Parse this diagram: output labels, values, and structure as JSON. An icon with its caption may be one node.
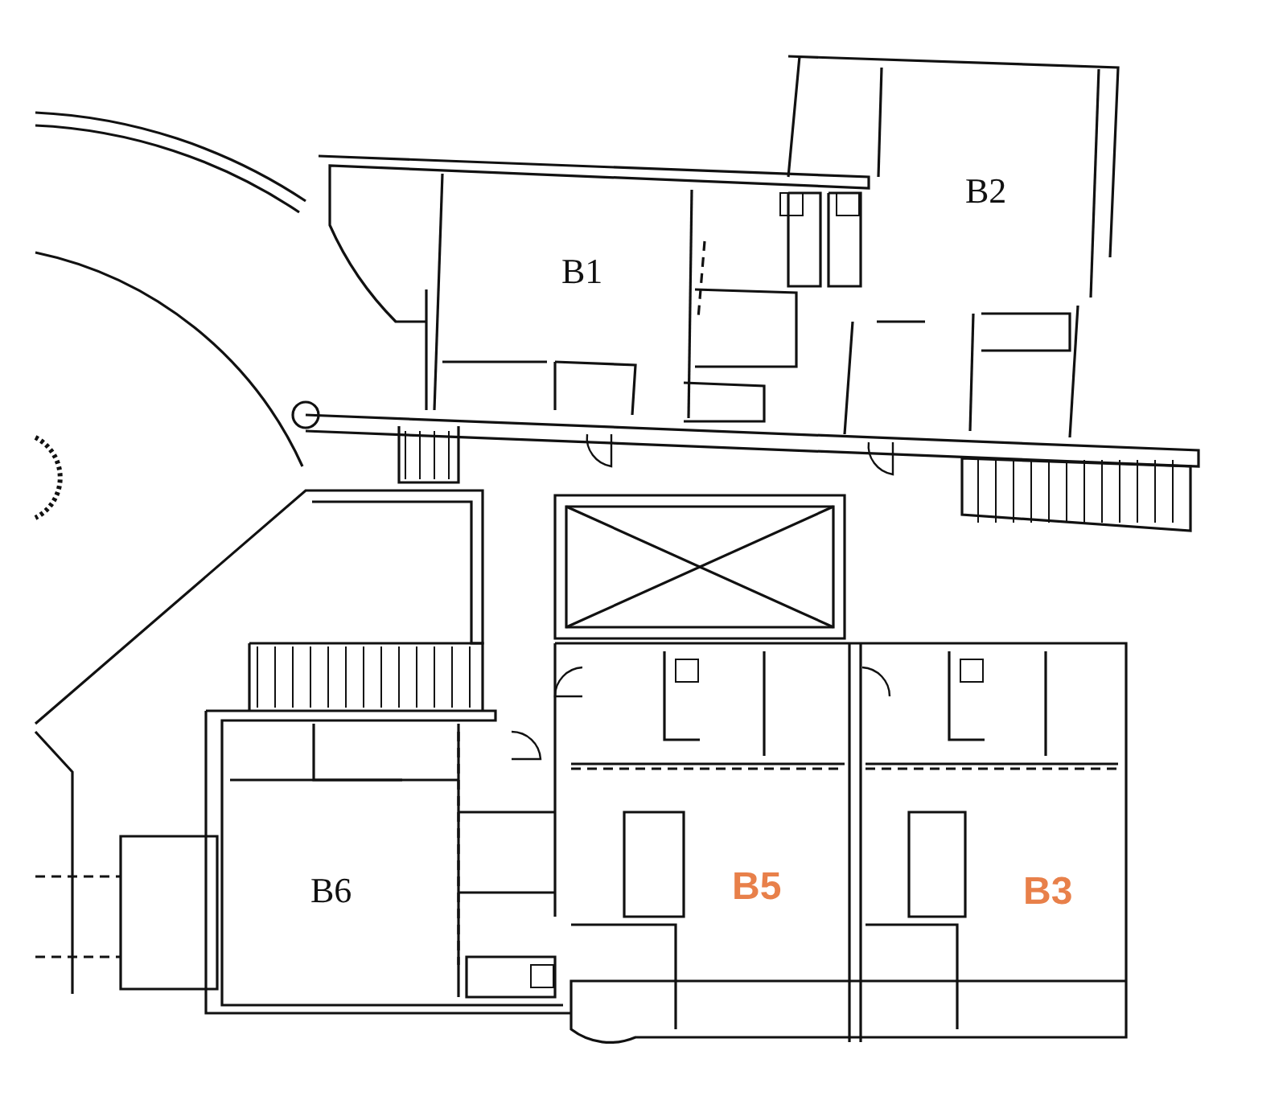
{
  "diagram": {
    "labels": [
      "B2",
      "B1",
      "B6",
      "B5",
      "B3"
    ]
  }
}
